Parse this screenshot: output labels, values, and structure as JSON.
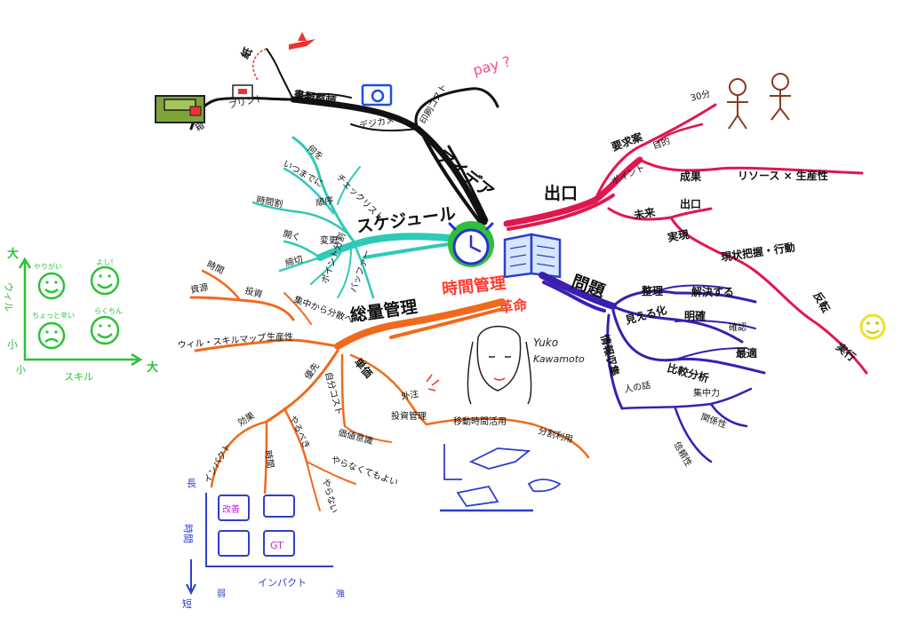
{
  "center": {
    "title_line1": "時間管理",
    "title_line2": "革命",
    "author_line1": "Yuko",
    "author_line2": "Kawamoto"
  },
  "idea_branch": {
    "label": "アイデア",
    "sub_doc": "書類整頓",
    "sub_paper": "紙",
    "sub_print": "プリント",
    "sub_box": "箱",
    "sub_camera": "デジカメ",
    "sub_cost": "印刷コスト",
    "note_pay": "pay ?"
  },
  "exit_branch": {
    "label": "出口",
    "sub_request": "要求案",
    "sub_30": "30分",
    "sub_purpose": "目的",
    "sub_point": "ポイント",
    "sub_result": "成果",
    "sub_resource": "リソース × 生産性",
    "sub_future": "未来",
    "sub_exit2": "出口",
    "sub_realize": "実現",
    "sub_gap": "現状把握・行動",
    "sub_goal": "反転",
    "sub_exec": "実行"
  },
  "schedule_branch": {
    "label": "スケジュール",
    "sub_what": "何を",
    "sub_when": "いつまでに",
    "sub_list": "チェックリスト",
    "sub_time_alloc": "時間割",
    "sub_order": "順序",
    "sub_open": "開く",
    "sub_change": "変更",
    "sub_pointdiv": "ポイント分割",
    "sub_deadline": "締切",
    "sub_buffer": "バッファー"
  },
  "mgmt_branch": {
    "label": "総量管理",
    "sub_time": "時間",
    "sub_invest": "投資",
    "sub_resource": "資源",
    "sub_focus": "集中から分散へ",
    "sub_productivity": "生産性",
    "sub_skillmap": "ウィル・スキルマップ",
    "sub_priority": "優先",
    "sub_time_cost": "自分コスト",
    "sub_unit": "単価",
    "sub_impact": "インパクト",
    "sub_effect": "効果",
    "sub_short": "時間",
    "sub_must": "やるべき",
    "sub_not": "やらない",
    "sub_optional": "やらなくてもよい",
    "sub_pay_conscious": "価値意識",
    "sub_outsource": "外注",
    "sub_budget": "投資管理",
    "sub_travel": "移動時間活用",
    "sub_split": "分割利用"
  },
  "problem_branch": {
    "label": "問題",
    "sub_organize": "整理",
    "sub_solve": "解決する",
    "sub_visualize": "見える化",
    "sub_clarify": "明確",
    "sub_confirm": "確認",
    "sub_info": "情報収集",
    "sub_compare": "比較分析",
    "sub_optimize": "最適",
    "sub_people": "人の話",
    "sub_focus": "集中力",
    "sub_relation": "関係性",
    "sub_reliability": "信頼性"
  },
  "will_skill_chart": {
    "y_top": "大",
    "y_label": "ウィル",
    "y_bottom": "小",
    "x_left": "小",
    "x_label": "スキル",
    "x_right": "大",
    "q_tl": "やりがい",
    "q_tr": "よし！",
    "q_bl": "ちょっと辛い",
    "q_br": "らくちん"
  },
  "impact_chart": {
    "y_top": "長",
    "y_label": "時間",
    "y_bottom": "短",
    "x_label": "インパクト",
    "x_left": "弱",
    "x_right": "強",
    "cell_a": "改善",
    "cell_b": "GT"
  },
  "colors": {
    "idea": "#111111",
    "exit": "#e0174f",
    "schedule": "#2fc9b8",
    "mgmt": "#f06a1c",
    "problem": "#3a1fb0",
    "title": "#ff3b30",
    "chart_green": "#2ec13a",
    "chart_blue": "#2d3fd0",
    "face": "#f0e02a"
  }
}
